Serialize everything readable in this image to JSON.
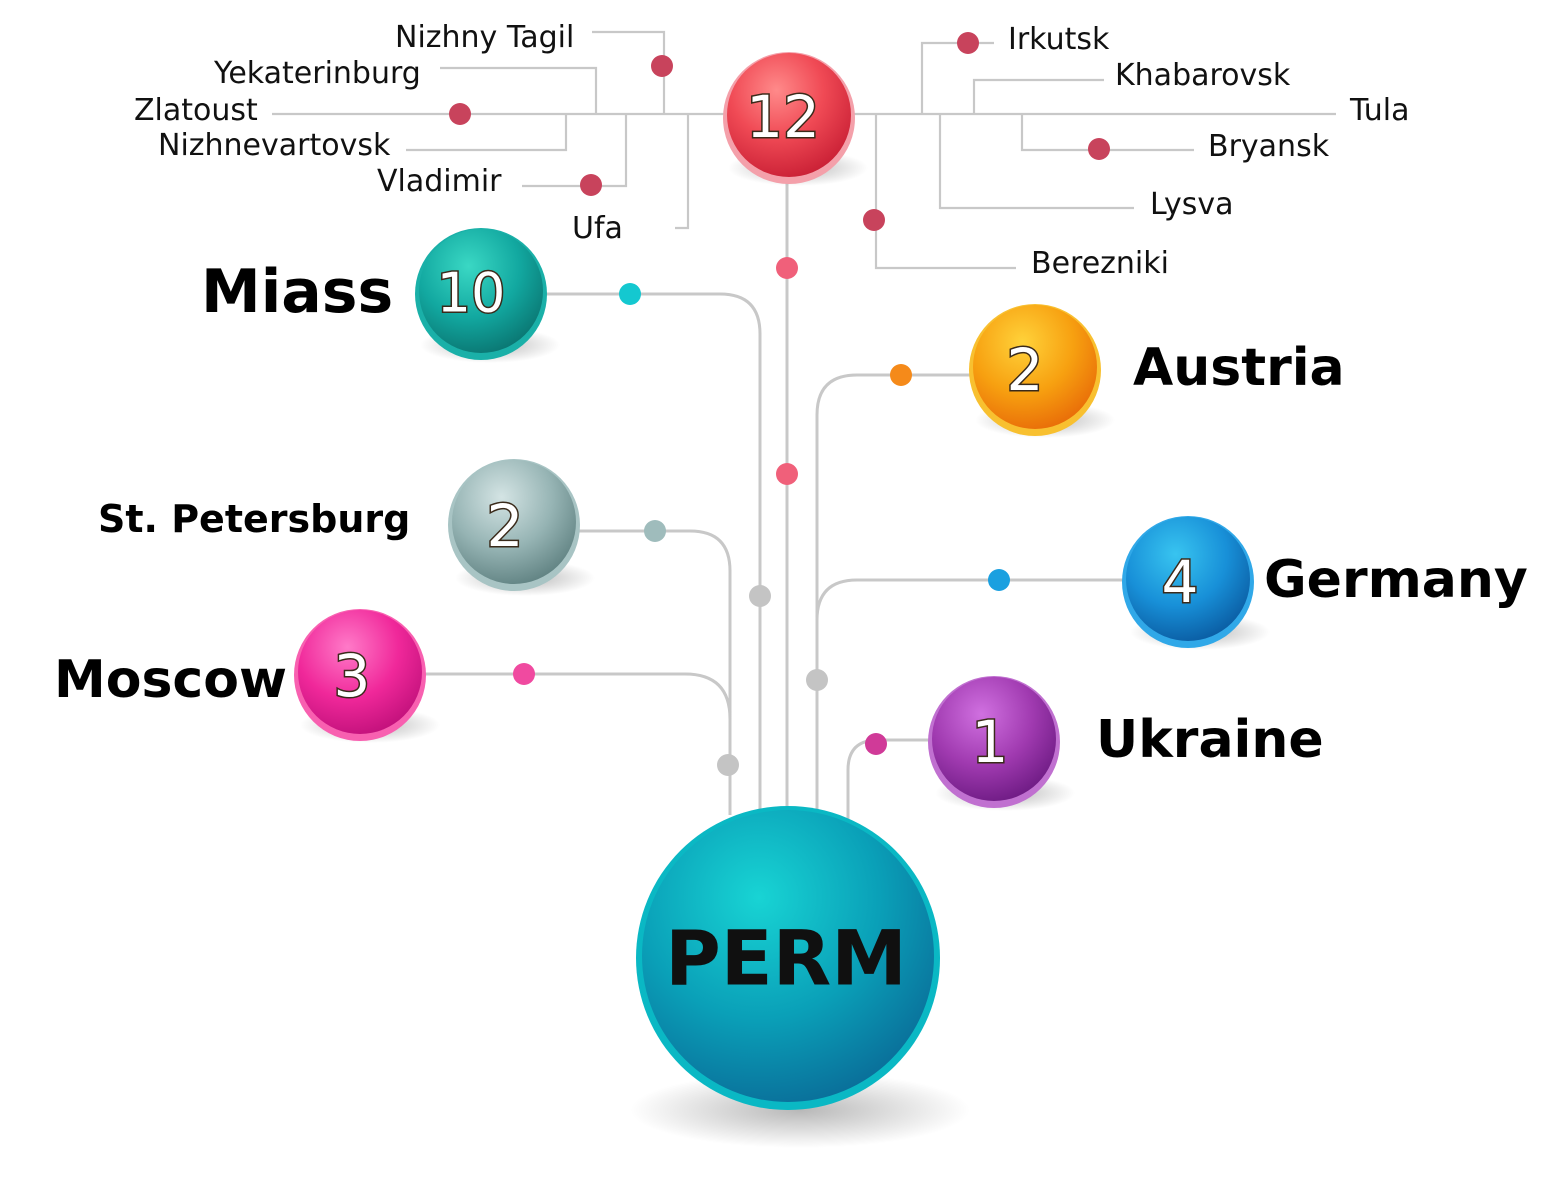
{
  "center": {
    "label": "PERM",
    "color": "#0aa8b8"
  },
  "top_hub": {
    "count": "12",
    "color": "#f0404e"
  },
  "groups": [
    {
      "key": "miass",
      "name": "Miass",
      "count": "10",
      "color": "#12a8a0",
      "dot": "#14c8d0"
    },
    {
      "key": "austria",
      "name": "Austria",
      "count": "2",
      "color": "#f7a010",
      "dot": "#f58a1a"
    },
    {
      "key": "stpetersburg",
      "name": "St. Petersburg",
      "count": "2",
      "color": "#8fb0b0",
      "dot": "#9fbcbc"
    },
    {
      "key": "germany",
      "name": "Germany",
      "count": "4",
      "color": "#1890d8",
      "dot": "#1aa0e0"
    },
    {
      "key": "moscow",
      "name": "Moscow",
      "count": "3",
      "color": "#f0289a",
      "dot": "#f04aa0"
    },
    {
      "key": "ukraine",
      "name": "Ukraine",
      "count": "1",
      "color": "#a03ab0",
      "dot": "#d03a98"
    }
  ],
  "cities": [
    "Nizhny Tagil",
    "Yekaterinburg",
    "Zlatoust",
    "Nizhnevartovsk",
    "Vladimir",
    "Ufa",
    "Irkutsk",
    "Khabarovsk",
    "Tula",
    "Bryansk",
    "Lysva",
    "Berezniki"
  ],
  "colors": {
    "city_dot": "#c8435c",
    "stem_dot": "#f0607a",
    "junction_dot": "#c4c4c4",
    "line": "#c8c8c8"
  }
}
